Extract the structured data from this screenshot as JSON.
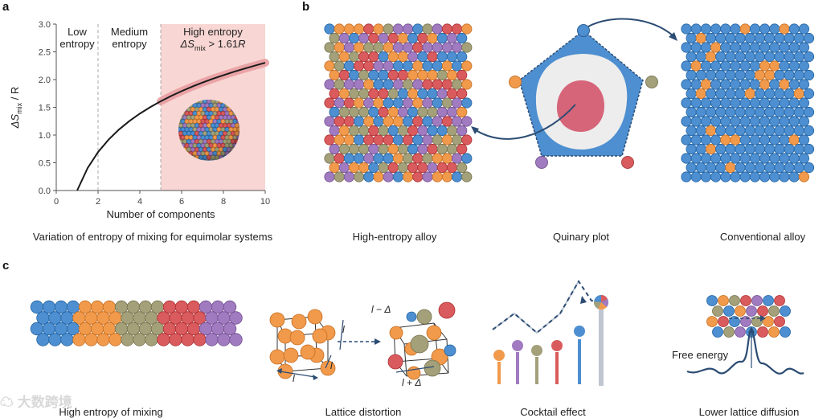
{
  "panels": {
    "a": "a",
    "b": "b",
    "c": "c"
  },
  "colors": {
    "blue": "#4d8fd0",
    "orange": "#f29a4c",
    "olive": "#a3a07a",
    "red": "#d95b5d",
    "purple": "#a07bc0",
    "pinkband": "#f8d6d3",
    "curve": "#1a1a1a",
    "shade": "#e79a9e"
  },
  "chart_data": {
    "type": "line",
    "title": "",
    "xlabel": "Number of components",
    "ylabel_main": "ΔS",
    "ylabel_sub": "mix",
    "ylabel_tail": " / R",
    "xlim": [
      0,
      10
    ],
    "ylim": [
      0,
      3
    ],
    "xticks": [
      0,
      2,
      4,
      6,
      8,
      10
    ],
    "yticks": [
      "0.0",
      "0.5",
      "1.0",
      "1.5",
      "2.0",
      "2.5",
      "3.0"
    ],
    "series": [
      {
        "x": [
          1,
          1.5,
          2,
          2.5,
          3,
          3.5,
          4,
          4.5,
          5,
          5.5,
          6,
          6.5,
          7,
          7.5,
          8,
          8.5,
          9,
          9.5,
          10
        ],
        "y": [
          0.0,
          0.405,
          0.693,
          0.916,
          1.099,
          1.253,
          1.386,
          1.504,
          1.609,
          1.705,
          1.792,
          1.872,
          1.946,
          2.015,
          2.079,
          2.14,
          2.197,
          2.251,
          2.303
        ]
      }
    ],
    "dividers": [
      2,
      5
    ],
    "regions": [
      {
        "lines": [
          "Low",
          "entropy"
        ]
      },
      {
        "lines": [
          "Medium",
          "entropy"
        ]
      },
      {
        "lines": [
          "High entropy",
          "ΔS",
          "mix",
          " > 1.61",
          "R"
        ]
      }
    ],
    "caption": "Variation of entropy of mixing for equimolar systems"
  },
  "panel_b": {
    "hea_caption": "High-entropy alloy",
    "quinary_caption": "Quinary plot",
    "conventional_caption": "Conventional alloy"
  },
  "panel_c": {
    "captions": [
      "High entropy of mixing",
      "Lattice distortion",
      "Cocktail effect",
      "Lower lattice diffusion"
    ],
    "lattice_labels": {
      "l": "l",
      "l_minus": "l − Δ",
      "l_plus": "l + Δ"
    },
    "free_energy": "Free energy"
  },
  "watermark": "大数跨境"
}
